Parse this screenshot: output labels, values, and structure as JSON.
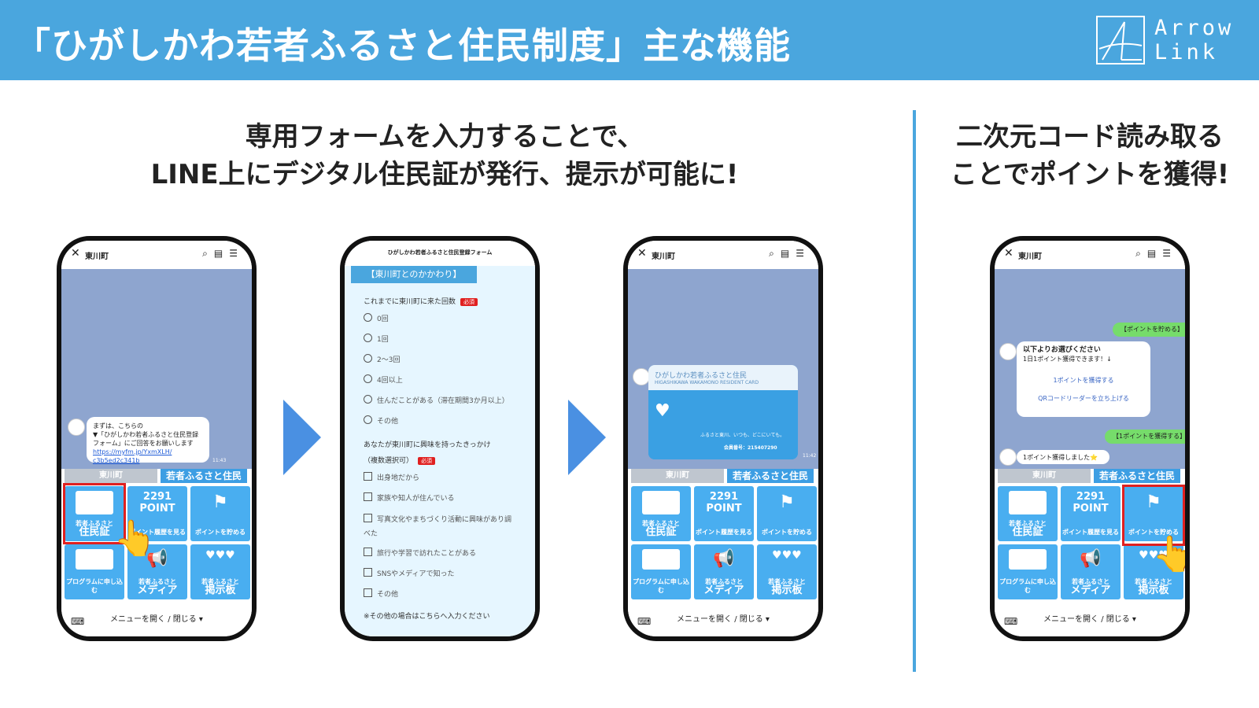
{
  "header": {
    "title": "「ひがしかわ若者ふるさと住民制度」主な機能",
    "logo_line1": "Arrow",
    "logo_line2": "Link"
  },
  "captions": {
    "left_line1": "専用フォームを入力することで、",
    "left_line2": "LINE上にデジタル住民証が発行、提示が可能に!",
    "right_line1": "二次元コード読み取る",
    "right_line2": "ことでポイントを獲得!"
  },
  "phone_common": {
    "account_name": "東川町",
    "tab_left": "東川町",
    "tab_right": "若者ふるさと住民",
    "footer": "メニューを開く / 閉じる ▾",
    "tiles": [
      {
        "small": "若者ふるさと",
        "big": "住民証"
      },
      {
        "small": "ポイント履歴を見る",
        "big": "2291 POINT"
      },
      {
        "small": "ポイントを貯める",
        "big": ""
      },
      {
        "small": "プログラムに申し込む",
        "big": ""
      },
      {
        "small": "若者ふるさと",
        "big": "メディア"
      },
      {
        "small": "若者ふるさと",
        "big": "掲示板"
      }
    ]
  },
  "phone1": {
    "message_line1": "まずは、こちらの",
    "message_line2": "▼「ひがしかわ若者ふるさと住民登録フォーム」にご回答をお願いします",
    "link1": "https://myfm.jp/YxmXLH/",
    "link2": "c3b5ed2c341b",
    "time": "11:43"
  },
  "phone2": {
    "form_title": "ひがしかわ若者ふるさと住民登録フォーム",
    "section": "【東川町とのかかわり】",
    "q1": "これまでに東川町に来た回数",
    "required": "必須",
    "q1_options": [
      "0回",
      "1回",
      "2〜3回",
      "4回以上",
      "住んだことがある（滞在期間3か月以上）",
      "その他"
    ],
    "q2_line1": "あなたが東川町に興味を持ったきっかけ",
    "q2_line2": "（複数選択可）",
    "q2_options": [
      "出身地だから",
      "家族や知人が住んでいる",
      "写真文化やまちづくり活動に興味があり調べた",
      "旅行や学習で訪れたことがある",
      "SNSやメディアで知った",
      "その他"
    ],
    "other_note": "※その他の場合はこちらへ入力ください"
  },
  "phone3": {
    "card_title": "ひがしかわ若者ふるさと住民",
    "card_subtitle": "HIGASHIKAWA WAKAMONO RESIDENT CARD",
    "card_slogan": "ふるさと東川、いつも、どこにいても。",
    "card_number": "会員番号：215407290",
    "time": "11:42"
  },
  "phone4": {
    "green1": "【ポイントを貯める】",
    "choose_title": "以下よりお選びください",
    "choose_sub": "1日1ポイント獲得できます！↓",
    "choose_opt1": "1ポイントを獲得する",
    "choose_opt2": "QRコードリーダーを立ち上げる",
    "green2": "【1ポイントを獲得する】",
    "got": "1ポイント獲得しました⭐"
  },
  "colors": {
    "header_blue": "#4aa6de",
    "arrow_blue": "#4a90e2",
    "tile_blue": "#49aef0",
    "highlight_red": "#e02020",
    "line_green": "#76dc6b"
  }
}
